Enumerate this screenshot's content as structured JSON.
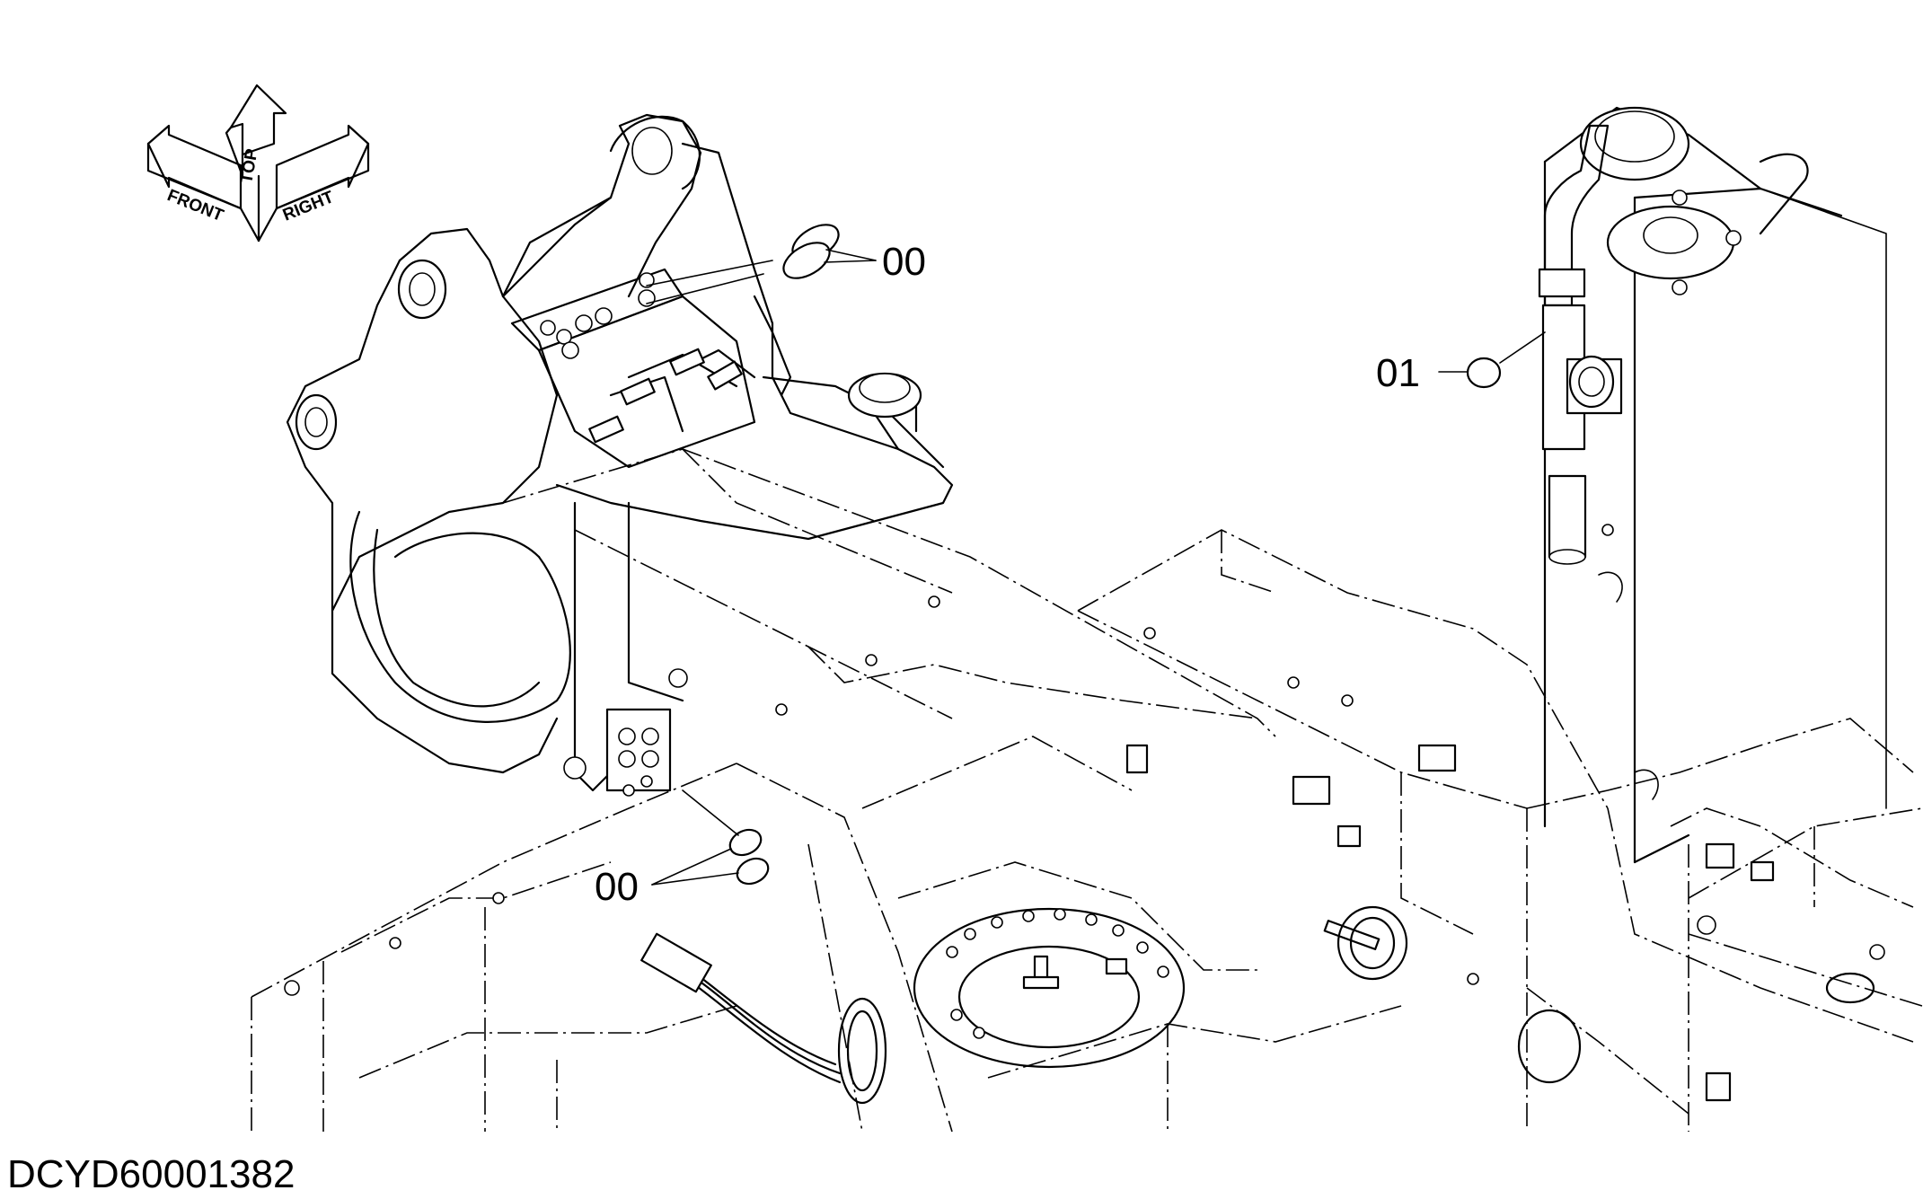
{
  "orientation": {
    "top_label": "TOP",
    "front_label": "FRONT",
    "right_label": "RIGHT"
  },
  "callouts": [
    {
      "label": "00"
    },
    {
      "label": "01"
    },
    {
      "label": "00"
    }
  ],
  "drawing_code": "DCYD60001382"
}
